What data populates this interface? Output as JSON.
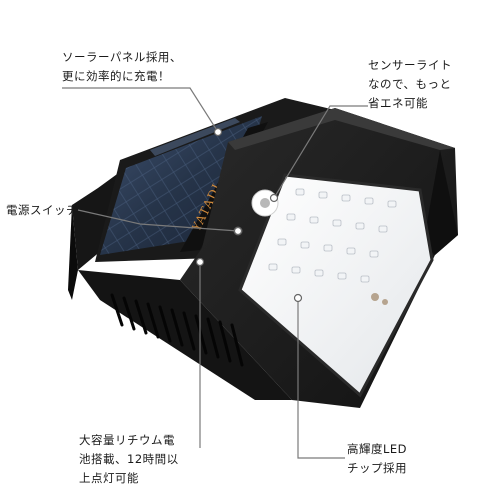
{
  "product": {
    "brand_text": "YATADI",
    "led_count": 20
  },
  "callouts": {
    "solar_panel": "ソーラーパネル採用、\n更に効率的に充電！",
    "sensor_light": "センサーライト\nなので、もっと\n省エネ可能",
    "power_switch": "電源スイッチ",
    "battery": "大容量リチウム電\n池搭載、12時間以\n上点灯可能",
    "led_chips": "高輝度LED\nチップ採用"
  },
  "colors": {
    "housing": "#1c1c1c",
    "housing_edge": "#0d0d0d",
    "solar_panel": "#2b3a52",
    "brand_text": "#d08a3c",
    "led": "#f2f4f6",
    "callout_line": "#7a7a7a"
  }
}
